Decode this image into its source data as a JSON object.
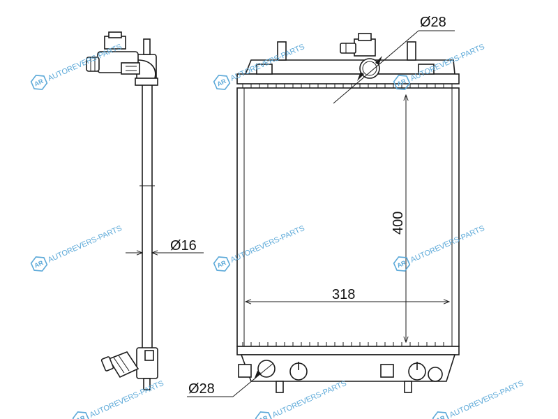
{
  "dimensions": {
    "top_outlet_diameter": "Ø28",
    "bottom_outlet_diameter": "Ø28",
    "side_pipe_diameter": "Ø16",
    "core_height": "400",
    "core_width": "318"
  },
  "watermark": {
    "text": "AUTOREVERS-PARTS",
    "logo": "AR",
    "color": "#5aa8d8"
  },
  "colors": {
    "line": "#1a1a1a",
    "background": "#ffffff"
  }
}
